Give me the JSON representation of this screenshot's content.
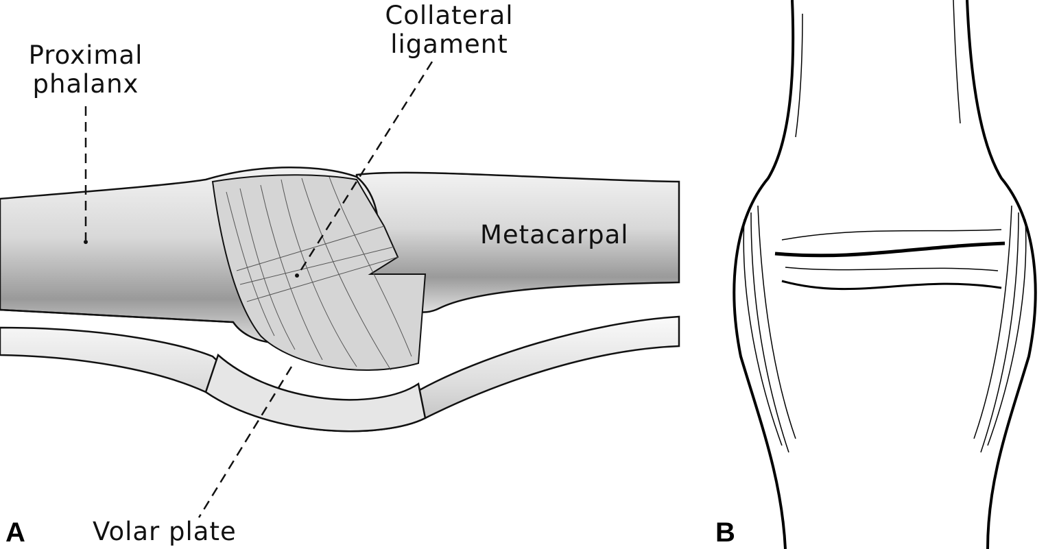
{
  "panel_a": {
    "letter": "A",
    "labels": {
      "proximal_phalanx": [
        "Proximal",
        "phalanx"
      ],
      "collateral_ligament": [
        "Collateral",
        "ligament"
      ],
      "metacarpal": "Metacarpal",
      "volar_plate": "Volar plate"
    }
  },
  "panel_b": {
    "letter": "B"
  }
}
